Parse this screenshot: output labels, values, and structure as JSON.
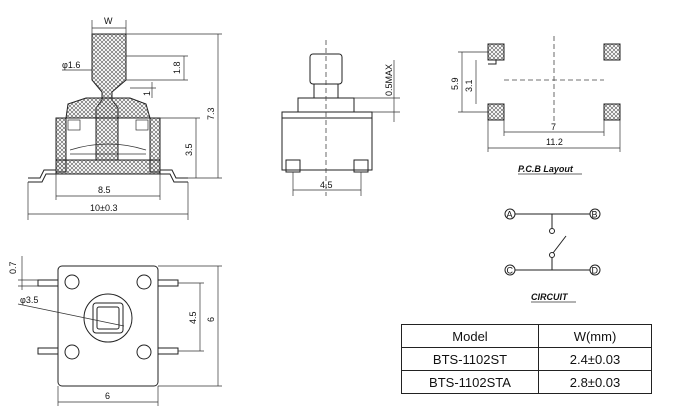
{
  "side_view": {
    "dim_w": "W",
    "dim_phi": "φ1.6",
    "dim_1_8": "1.8",
    "dim_1": "1",
    "dim_7_3": "7.3",
    "dim_3_5": "3.5",
    "dim_8_5": "8.5",
    "dim_10": "10±0.3"
  },
  "front_view": {
    "dim_max": "0.5MAX",
    "dim_4_5": "4.5"
  },
  "pcb_layout": {
    "title": "P.C.B Layout",
    "dim_5_9": "5.9",
    "dim_3_1": "3.1",
    "dim_7": "7",
    "dim_11_2": "11.2"
  },
  "circuit": {
    "title": "CIRCUIT",
    "nodes": [
      "A",
      "B",
      "C",
      "D"
    ]
  },
  "top_view": {
    "dim_0_7": "0.7",
    "dim_phi": "φ3.5",
    "dim_4_5": "4.5",
    "dim_6_right": "6",
    "dim_6_bottom": "6"
  },
  "table": {
    "headers": [
      "Model",
      "W(mm)"
    ],
    "rows": [
      [
        "BTS-1102ST",
        "2.4±0.03"
      ],
      [
        "BTS-1102STA",
        "2.8±0.03"
      ]
    ]
  }
}
